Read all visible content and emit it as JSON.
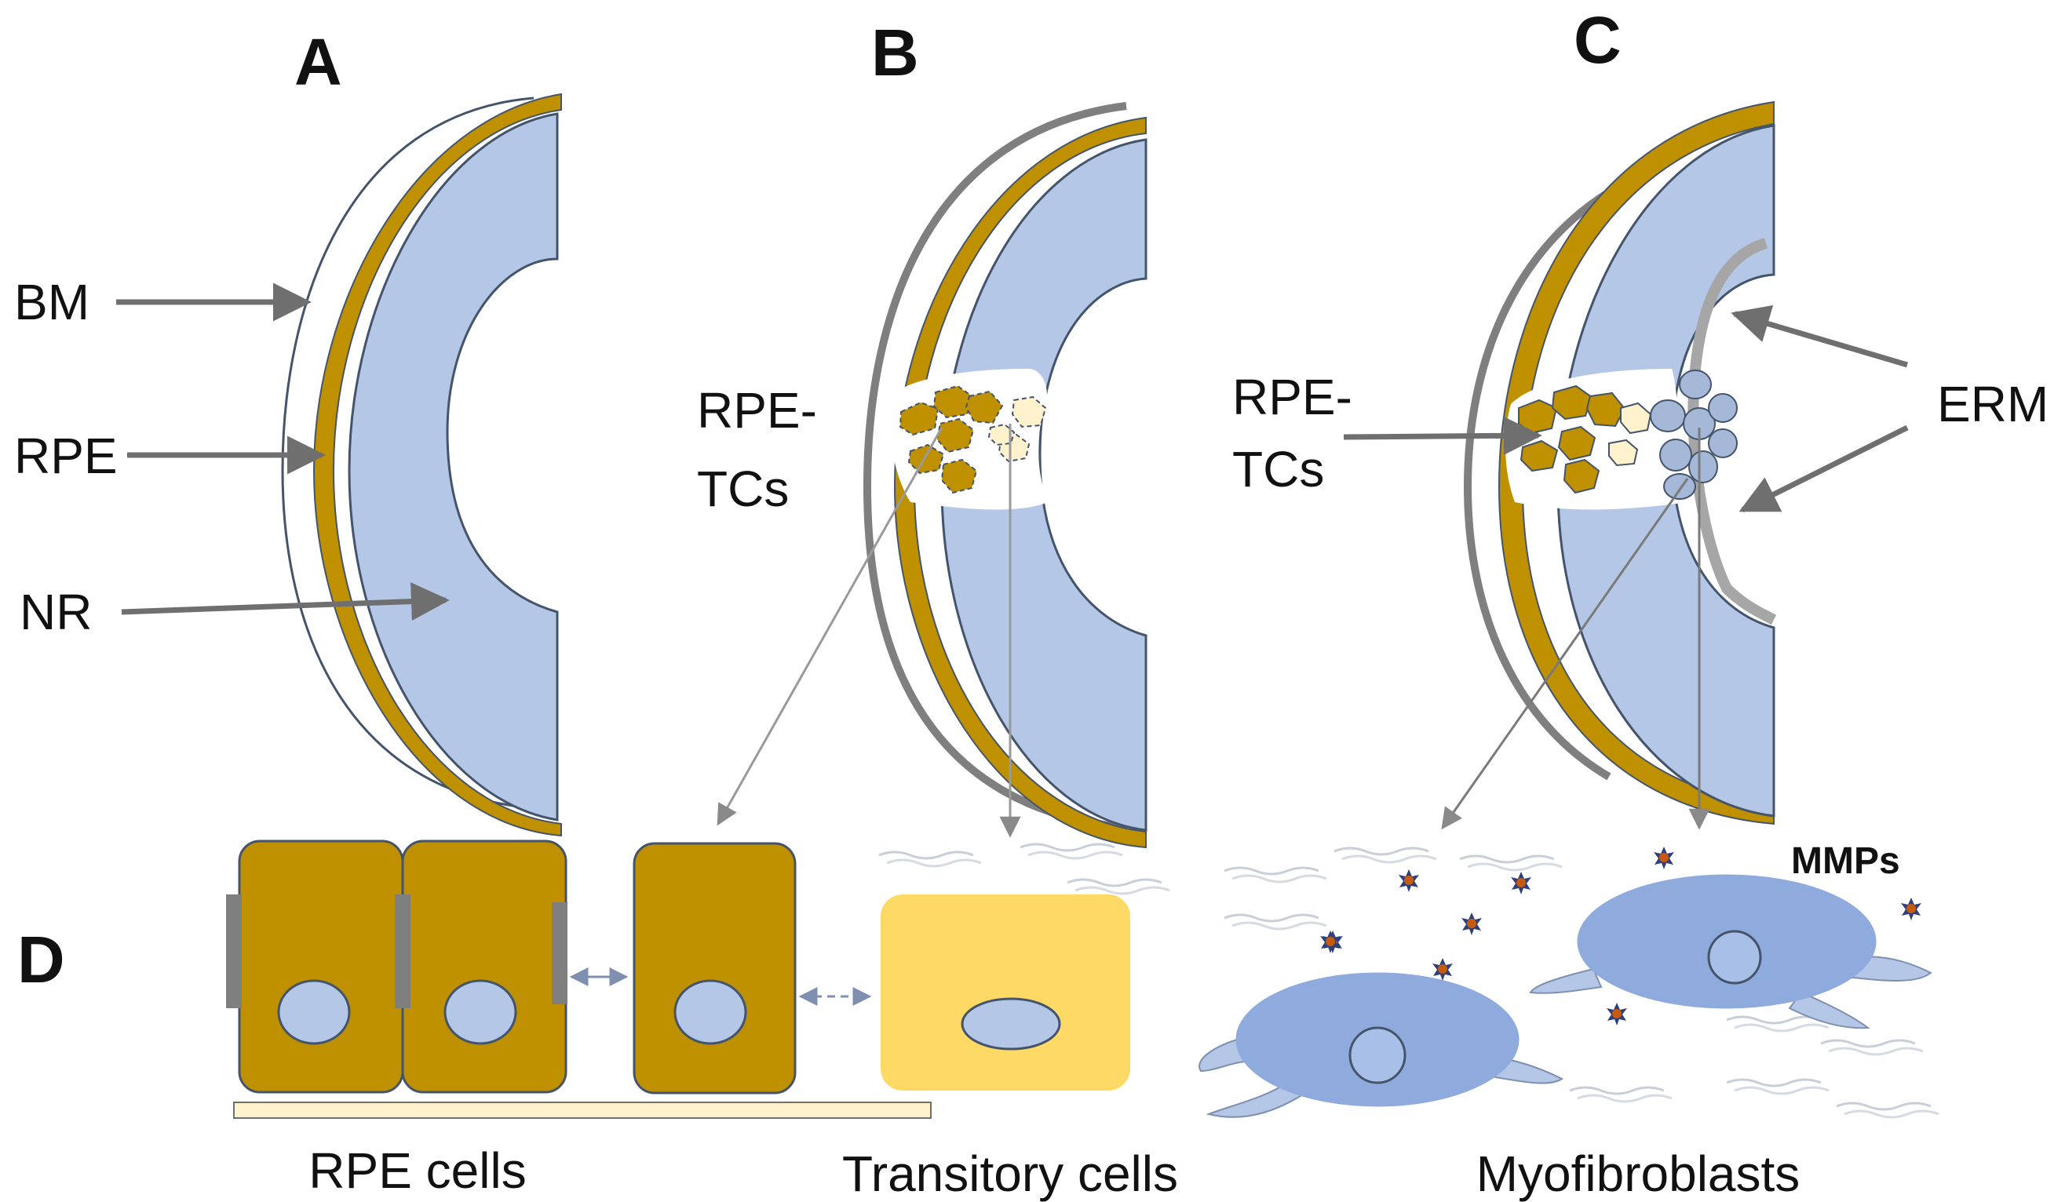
{
  "panels": {
    "a": "A",
    "b": "B",
    "c": "C",
    "d": "D"
  },
  "labels": {
    "bm": "BM",
    "rpe": "RPE",
    "nr": "NR",
    "rpe_tcs_b_line1": "RPE-",
    "rpe_tcs_b_line2": "TCs",
    "rpe_tcs_c_line1": "RPE-",
    "rpe_tcs_c_line2": "TCs",
    "erm": "ERM",
    "mmps": "MMPs"
  },
  "captions": {
    "rpe_cells": "RPE cells",
    "transitory_cells": "Transitory cells",
    "myofibroblasts": "Myofibroblasts"
  },
  "colors": {
    "retina_fill": "#b4c7e7",
    "retina_stroke": "#44546a",
    "rpe_gold": "#bf9000",
    "bm_gray": "#7f7f7f",
    "transitory_yellow": "#ffd966",
    "pale_yellow": "#fff2cc",
    "myofibroblast_blue": "#8faadc",
    "nucleus_blue": "#a8c0e8",
    "mmp_star": "#c55a11",
    "arrow_gray": "#6f6f6f"
  }
}
